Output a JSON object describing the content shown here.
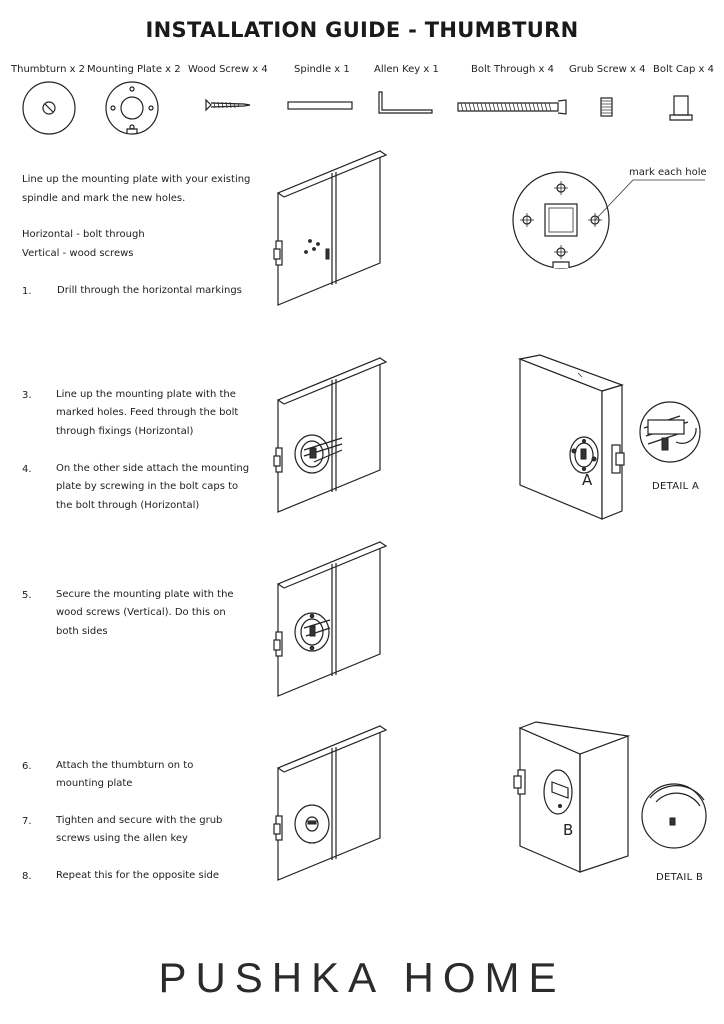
{
  "title": "INSTALLATION GUIDE - THUMBTURN",
  "parts": [
    {
      "label": "Thumbturn x 2",
      "icon": "thumbturn-icon"
    },
    {
      "label": "Mounting Plate x 2",
      "icon": "mounting-plate-icon"
    },
    {
      "label": "Wood Screw x 4",
      "icon": "wood-screw-icon"
    },
    {
      "label": "Spindle x 1",
      "icon": "spindle-icon"
    },
    {
      "label": "Allen Key x 1",
      "icon": "allen-key-icon"
    },
    {
      "label": "Bolt Through x 4",
      "icon": "bolt-through-icon"
    },
    {
      "label": "Grub Screw x 4",
      "icon": "grub-screw-icon"
    },
    {
      "label": "Bolt Cap x 4",
      "icon": "bolt-cap-icon"
    }
  ],
  "intro": {
    "line1": "Line up the mounting plate with your existing",
    "line2": "spindle and mark the new holes.",
    "line3": "Horizontal - bolt through",
    "line4": "Vertical - wood screws"
  },
  "steps": [
    {
      "num": "1.",
      "lines": [
        "Drill through the horizontal markings"
      ]
    },
    {
      "num": "3.",
      "lines": [
        "Line up the mounting plate with the",
        "marked holes. Feed through the bolt",
        "through fixings (Horizontal)"
      ]
    },
    {
      "num": "4.",
      "lines": [
        "On the other side attach the mounting",
        "plate by screwing in the bolt caps to",
        "the bolt through (Horizontal)"
      ]
    },
    {
      "num": "5.",
      "lines": [
        "Secure the mounting plate with the",
        "wood screws (Vertical). Do this on",
        "both sides"
      ]
    },
    {
      "num": "6.",
      "lines": [
        "Attach the thumbturn on to",
        "mounting plate"
      ]
    },
    {
      "num": "7.",
      "lines": [
        "Tighten and secure with the grub",
        "screws using the allen key"
      ]
    },
    {
      "num": "8.",
      "lines": [
        "Repeat this for the opposite side"
      ]
    }
  ],
  "callout": "mark each hole",
  "markers": {
    "a": "A",
    "b": "B"
  },
  "details": {
    "a": "DETAIL A",
    "b": "DETAIL B"
  },
  "brand": "PUSHKA HOME"
}
